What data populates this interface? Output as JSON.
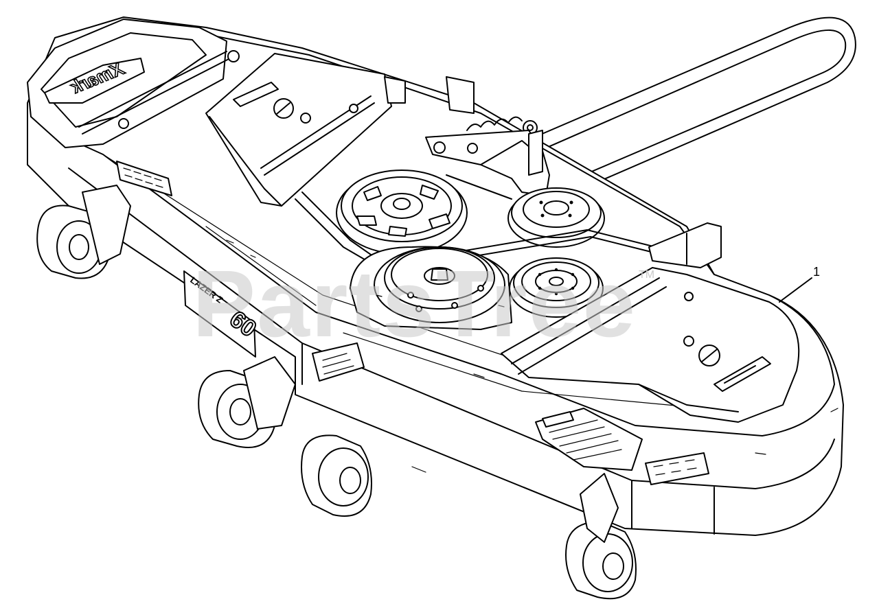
{
  "watermark": {
    "text": "PartsTree",
    "trademark": "TM"
  },
  "callouts": [
    {
      "label": "1"
    }
  ],
  "branding": {
    "logo": "Xmark",
    "deck_model_text": "LAZER Z",
    "deck_size": "60"
  },
  "colors": {
    "line": "#000000",
    "fill": "#ffffff",
    "watermark": "#c9c9c9"
  }
}
